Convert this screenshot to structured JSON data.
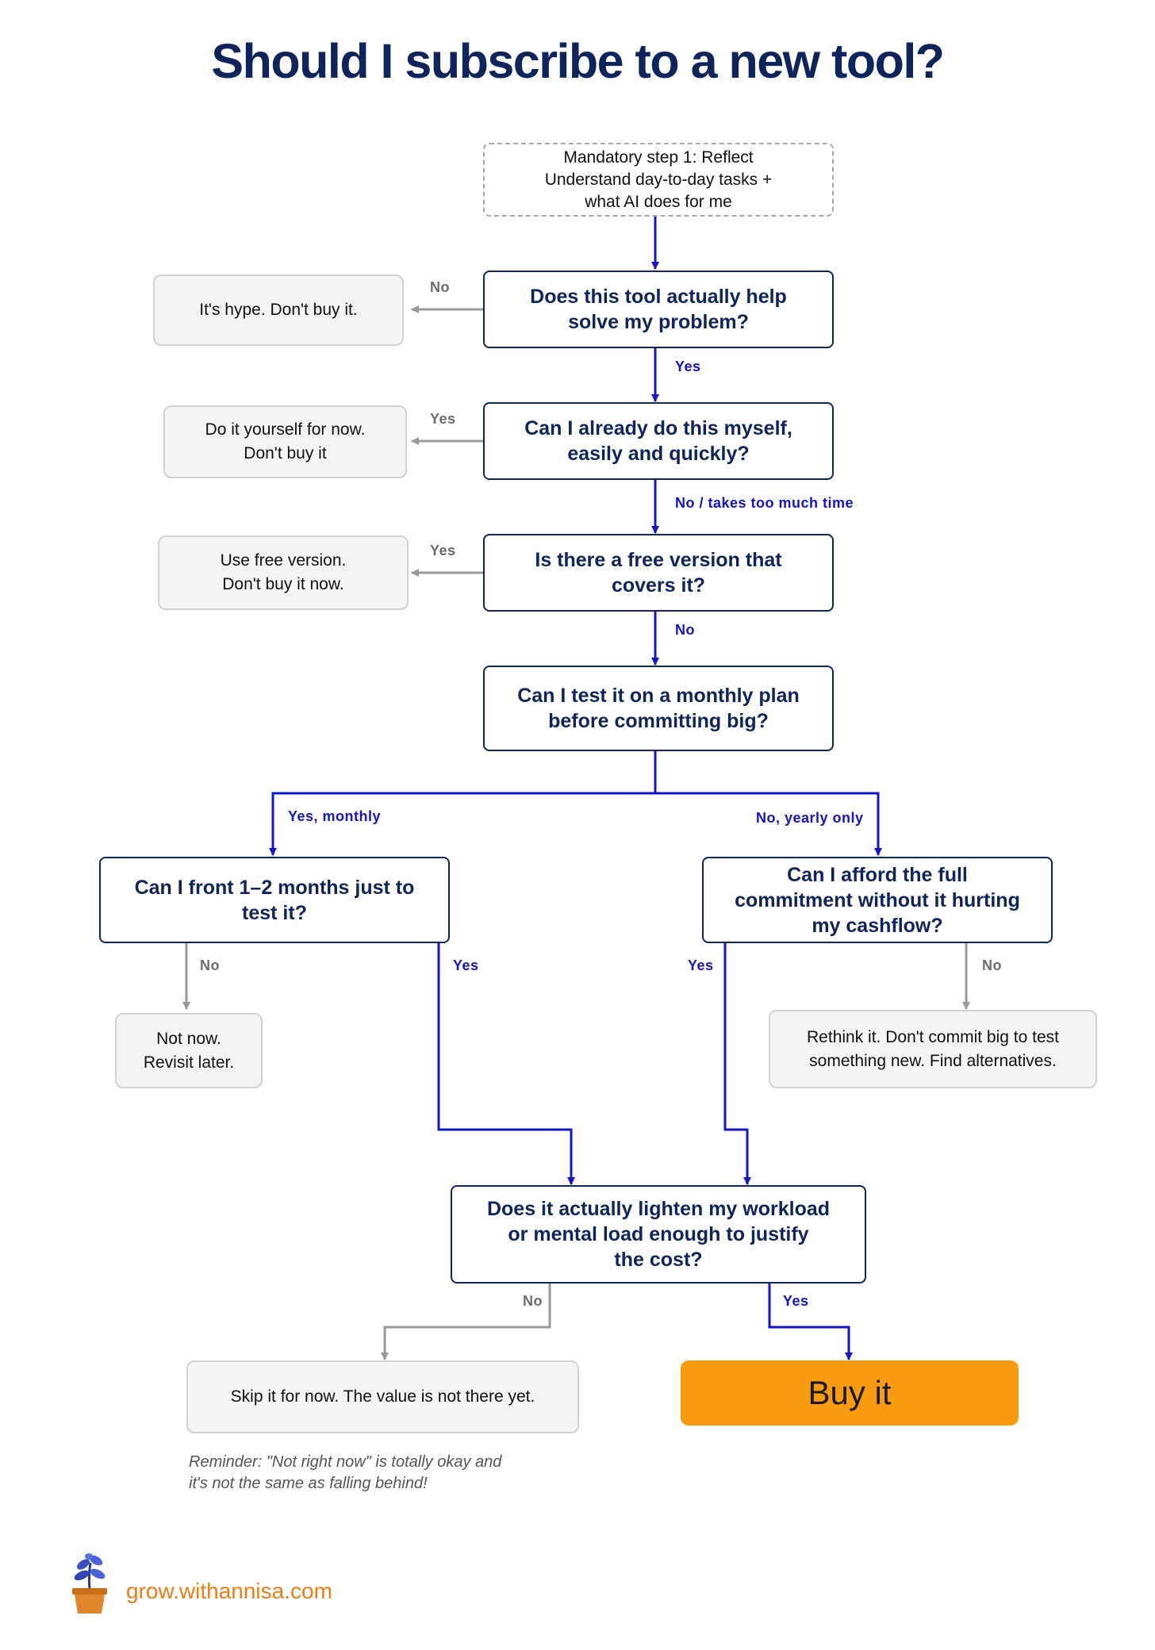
{
  "title": "Should I subscribe to a new tool?",
  "colors": {
    "accent_blue": "#1414c8",
    "navy": "#10245c",
    "gray_line": "#999999",
    "buy_orange": "#f99b0e",
    "footer_orange": "#f07d14"
  },
  "nodes": {
    "reflect": "Mandatory step 1: Reflect\nUnderstand day-to-day tasks +\nwhat AI does for me",
    "q_help": "Does this tool actually help\nsolve my problem?",
    "a_hype": "It's hype. Don't buy it.",
    "q_myself": "Can I already do this myself,\neasily and quickly?",
    "a_diy": "Do it yourself for now.\nDon't buy it",
    "q_free": "Is there a free version that\ncovers it?",
    "a_free": "Use free version.\nDon't buy it now.",
    "q_monthly": "Can I test it on a monthly plan\nbefore committing big?",
    "q_front": "Can I front 1–2 months just to\ntest it?",
    "q_afford": "Can I afford the full\ncommitment without it hurting\nmy cashflow?",
    "a_notnow": "Not now.\nRevisit later.",
    "a_rethink": "Rethink it. Don't commit big to test\nsomething new. Find alternatives.",
    "q_lighten": "Does it actually lighten my workload\nor mental load enough to justify\nthe cost?",
    "a_skip": "Skip it for now. The value is not there yet.",
    "a_buy": "Buy it"
  },
  "labels": {
    "help_no": "No",
    "help_yes": "Yes",
    "myself_yes": "Yes",
    "myself_no": "No / takes too much time",
    "free_yes": "Yes",
    "free_no": "No",
    "monthly_yes": "Yes, monthly",
    "monthly_no": "No, yearly only",
    "front_no": "No",
    "front_yes": "Yes",
    "afford_yes": "Yes",
    "afford_no": "No",
    "lighten_no": "No",
    "lighten_yes": "Yes"
  },
  "reminder": "Reminder: \"Not right now\" is totally okay and\nit's not the same as falling behind!",
  "footer": {
    "site": "grow.withannisa.com",
    "logo_icon": "potted-plant-icon"
  }
}
